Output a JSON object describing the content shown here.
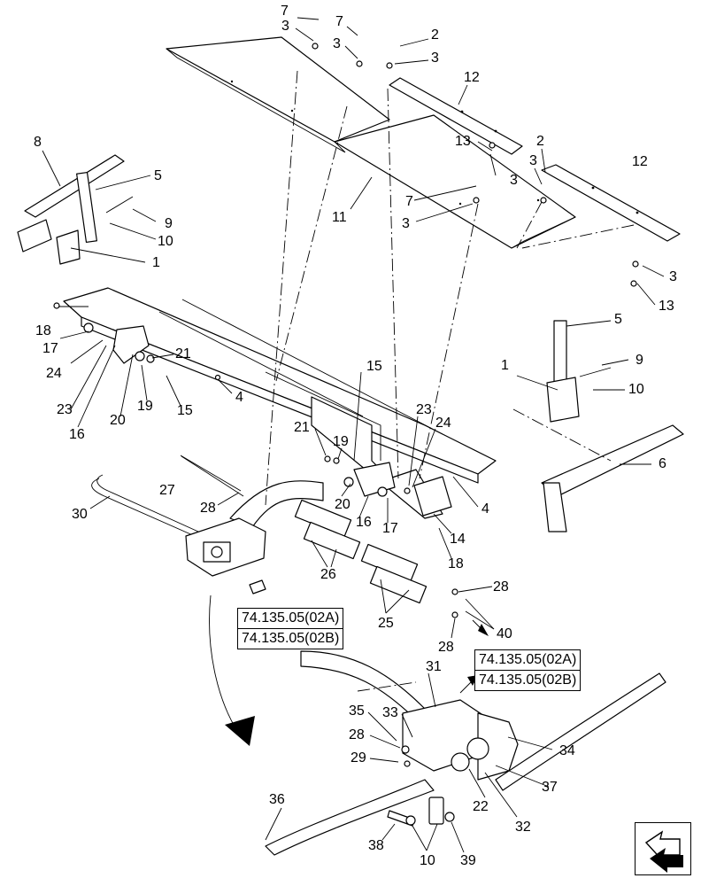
{
  "callouts": [
    {
      "id": "c-7a",
      "text": "7"
    },
    {
      "id": "c-3a",
      "text": "3"
    },
    {
      "id": "c-7b",
      "text": "7"
    },
    {
      "id": "c-3b",
      "text": "3"
    },
    {
      "id": "c-2a",
      "text": "2"
    },
    {
      "id": "c-3c",
      "text": "3"
    },
    {
      "id": "c-12a",
      "text": "12"
    },
    {
      "id": "c-8",
      "text": "8"
    },
    {
      "id": "c-5a",
      "text": "5"
    },
    {
      "id": "c-13a",
      "text": "13"
    },
    {
      "id": "c-2b",
      "text": "2"
    },
    {
      "id": "c-12b",
      "text": "12"
    },
    {
      "id": "c-3d",
      "text": "3"
    },
    {
      "id": "c-3e",
      "text": "3"
    },
    {
      "id": "c-9a",
      "text": "9"
    },
    {
      "id": "c-7c",
      "text": "7"
    },
    {
      "id": "c-11",
      "text": "11"
    },
    {
      "id": "c-10a",
      "text": "10"
    },
    {
      "id": "c-3f",
      "text": "3"
    },
    {
      "id": "c-1a",
      "text": "1"
    },
    {
      "id": "c-3g",
      "text": "3"
    },
    {
      "id": "c-13b",
      "text": "13"
    },
    {
      "id": "c-18a",
      "text": "18"
    },
    {
      "id": "c-17a",
      "text": "17"
    },
    {
      "id": "c-5b",
      "text": "5"
    },
    {
      "id": "c-24a",
      "text": "24"
    },
    {
      "id": "c-21a",
      "text": "21"
    },
    {
      "id": "c-9b",
      "text": "9"
    },
    {
      "id": "c-1b",
      "text": "1"
    },
    {
      "id": "c-15a",
      "text": "15"
    },
    {
      "id": "c-10b",
      "text": "10"
    },
    {
      "id": "c-4a",
      "text": "4"
    },
    {
      "id": "c-19a",
      "text": "19"
    },
    {
      "id": "c-15b",
      "text": "15"
    },
    {
      "id": "c-23a",
      "text": "23"
    },
    {
      "id": "c-20a",
      "text": "20"
    },
    {
      "id": "c-23b",
      "text": "23"
    },
    {
      "id": "c-16a",
      "text": "16"
    },
    {
      "id": "c-24b",
      "text": "24"
    },
    {
      "id": "c-21b",
      "text": "21"
    },
    {
      "id": "c-19b",
      "text": "19"
    },
    {
      "id": "c-6",
      "text": "6"
    },
    {
      "id": "c-27",
      "text": "27"
    },
    {
      "id": "c-20b",
      "text": "20"
    },
    {
      "id": "c-28a",
      "text": "28"
    },
    {
      "id": "c-4b",
      "text": "4"
    },
    {
      "id": "c-30",
      "text": "30"
    },
    {
      "id": "c-16b",
      "text": "16"
    },
    {
      "id": "c-17b",
      "text": "17"
    },
    {
      "id": "c-14",
      "text": "14"
    },
    {
      "id": "c-18b",
      "text": "18"
    },
    {
      "id": "c-26",
      "text": "26"
    },
    {
      "id": "c-28b",
      "text": "28"
    },
    {
      "id": "c-25",
      "text": "25"
    },
    {
      "id": "c-40",
      "text": "40"
    },
    {
      "id": "c-28c",
      "text": "28"
    },
    {
      "id": "c-31",
      "text": "31"
    },
    {
      "id": "c-35",
      "text": "35"
    },
    {
      "id": "c-33",
      "text": "33"
    },
    {
      "id": "c-28d",
      "text": "28"
    },
    {
      "id": "c-34",
      "text": "34"
    },
    {
      "id": "c-29",
      "text": "29"
    },
    {
      "id": "c-37",
      "text": "37"
    },
    {
      "id": "c-22",
      "text": "22"
    },
    {
      "id": "c-32",
      "text": "32"
    },
    {
      "id": "c-36",
      "text": "36"
    },
    {
      "id": "c-38",
      "text": "38"
    },
    {
      "id": "c-10c",
      "text": "10"
    },
    {
      "id": "c-39",
      "text": "39"
    }
  ],
  "references": {
    "box1": {
      "row1": "74.135.05(02A)",
      "row2": "74.135.05(02B)"
    },
    "box2": {
      "row1": "74.135.05(02A)",
      "row2": "74.135.05(02B)"
    }
  },
  "navigation": {
    "icon": "page-turn-arrow-icon"
  }
}
